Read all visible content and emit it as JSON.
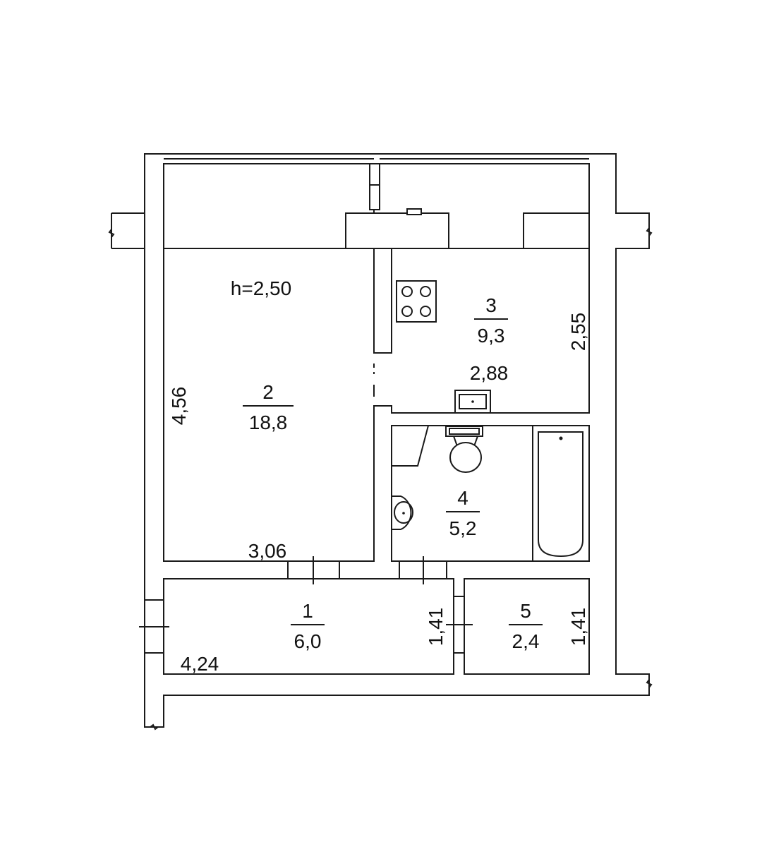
{
  "height_label": "h=2,50",
  "rooms": [
    {
      "id": "hall",
      "number": "1",
      "area": "6,0"
    },
    {
      "id": "living",
      "number": "2",
      "area": "18,8"
    },
    {
      "id": "kitchen",
      "number": "3",
      "area": "9,3"
    },
    {
      "id": "bathroom",
      "number": "4",
      "area": "5,2"
    },
    {
      "id": "storage",
      "number": "5",
      "area": "2,4"
    }
  ],
  "dimensions": {
    "living_height": "4,56",
    "living_width": "3,06",
    "kitchen_height": "2,55",
    "kitchen_width": "2,88",
    "hall_width": "4,24",
    "hall_height": "1,41",
    "storage_height": "1,41"
  },
  "fixtures": [
    "stove-icon",
    "kitchen-sink-icon",
    "toilet-icon",
    "washbasin-icon",
    "bathtub-icon"
  ]
}
